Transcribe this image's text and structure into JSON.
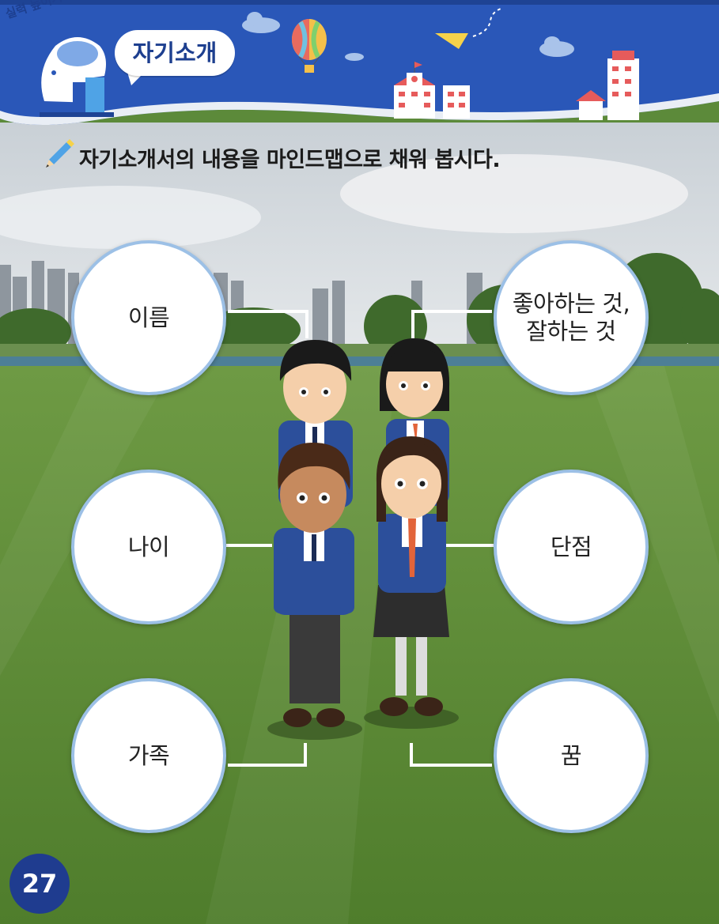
{
  "header": {
    "ribbon_label": "실력 높이기",
    "badge_title": "자기소개"
  },
  "instruction": "자기소개서의 내용을 마인드맵으로 채워 봅시다.",
  "mindmap": {
    "name": "이름",
    "likes": "좋아하는 것,\n잘하는 것",
    "age": "나이",
    "weakness": "단점",
    "family": "가족",
    "dream": "꿈"
  },
  "page_number": "27",
  "colors": {
    "header_blue": "#2a57b8",
    "badge_text": "#1d3f8f",
    "bubble_border": "#9cc0e6",
    "page_circle": "#1f3c8f",
    "grass": "#5c8a3a"
  }
}
